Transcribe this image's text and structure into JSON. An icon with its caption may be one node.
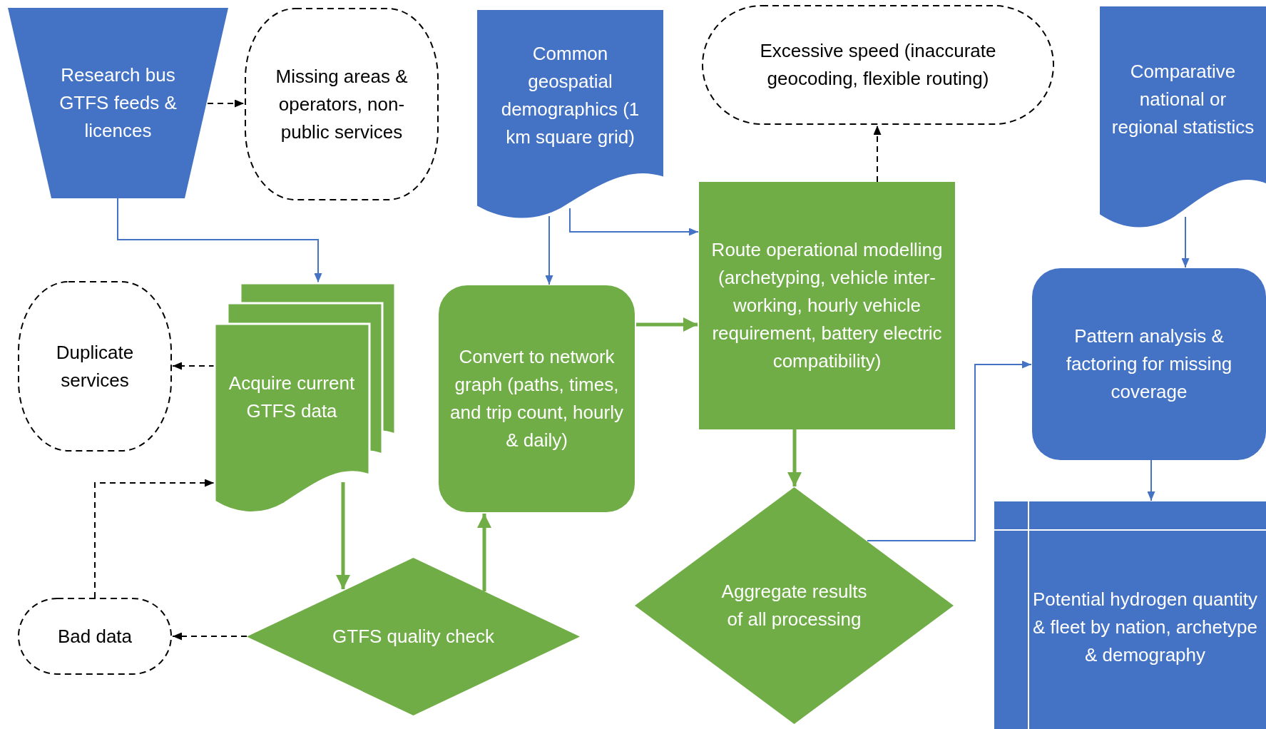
{
  "diagram": {
    "nodes": [
      {
        "text": [
          "Research bus GTFS feeds & licences"
        ]
      },
      {
        "text": [
          "Missing areas & operators, non-public services"
        ]
      },
      {
        "text": [
          "Common geospatial demographics (1 km square grid)"
        ]
      },
      {
        "text": [
          "Excessive speed (inaccurate geocoding, flexible routing)"
        ]
      },
      {
        "text": [
          "Comparative national or regional statistics"
        ]
      },
      {
        "text": [
          "Duplicate services"
        ]
      },
      {
        "text": [
          "Acquire current GTFS data"
        ]
      },
      {
        "text": [
          "Convert to network graph (paths, times, and trip count, hourly & daily)"
        ]
      },
      {
        "text": [
          "Route operational modelling (archetyping, vehicle inter-working, hourly vehicle requirement, battery electric compatibility)"
        ]
      },
      {
        "text": [
          "Pattern analysis & factoring for missing coverage"
        ]
      },
      {
        "text": [
          "Bad data"
        ]
      },
      {
        "text": [
          "GTFS quality check"
        ]
      },
      {
        "text": [
          "Aggregate results of all processing"
        ]
      },
      {
        "text": [
          "Potential hydrogen quantity & fleet by nation, archetype & demography"
        ]
      }
    ],
    "edges": [
      {
        "from": 0,
        "to": 1,
        "arrow": "to",
        "style": "dashed",
        "color": "#000000"
      },
      {
        "from": 0,
        "to": 6,
        "arrow": "to"
      },
      {
        "from": 2,
        "to": 7,
        "arrow": "to"
      },
      {
        "from": 2,
        "to": 8,
        "arrow": "to"
      },
      {
        "from": 6,
        "to": 5,
        "arrow": "to",
        "style": "dashed",
        "color": "#000000"
      },
      {
        "from": 10,
        "to": 6,
        "arrow": "to",
        "style": "dashed",
        "color": "#000000"
      },
      {
        "from": 11,
        "to": 10,
        "arrow": "to",
        "style": "dashed",
        "color": "#000000"
      },
      {
        "from": 6,
        "to": 11,
        "arrow": "to",
        "style": "thick",
        "color": "#70ad47"
      },
      {
        "from": 11,
        "to": 7,
        "arrow": "to",
        "style": "thick",
        "color": "#70ad47"
      },
      {
        "from": 7,
        "to": 8,
        "arrow": "to",
        "style": "thick",
        "color": "#70ad47"
      },
      {
        "from": 8,
        "to": 3,
        "arrow": "to",
        "style": "dashed",
        "color": "#000000"
      },
      {
        "from": 8,
        "to": 12,
        "arrow": "to",
        "style": "thick",
        "color": "#70ad47"
      },
      {
        "from": 12,
        "to": 9,
        "arrow": "to"
      },
      {
        "from": 4,
        "to": 9,
        "arrow": "to"
      },
      {
        "from": 9,
        "to": 13,
        "arrow": "to"
      }
    ]
  }
}
